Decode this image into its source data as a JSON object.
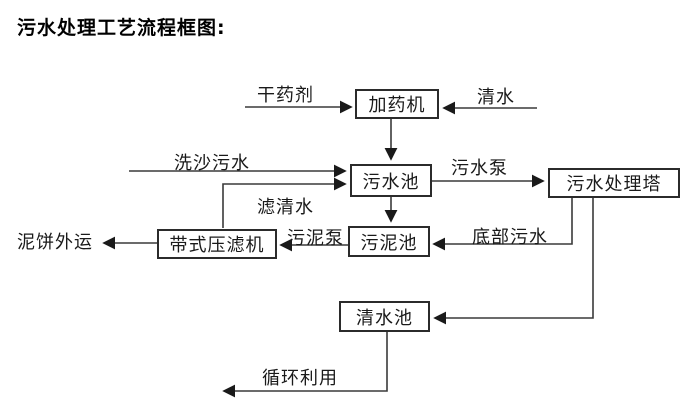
{
  "title": "污水处理工艺流程框图:",
  "colors": {
    "background": "#ffffff",
    "line": "#3a3a3a",
    "text": "#1a1a1a",
    "box_border": "#2b2b2b"
  },
  "nodes": {
    "dosing_machine": {
      "label": "加药机"
    },
    "sewage_pool": {
      "label": "污水池"
    },
    "treatment_tower": {
      "label": "污水处理塔"
    },
    "sludge_pool": {
      "label": "污泥池"
    },
    "belt_filter_press": {
      "label": "带式压滤机"
    },
    "clean_water_pool": {
      "label": "清水池"
    }
  },
  "edges": {
    "dry_agent": {
      "label": "干药剂"
    },
    "clean_water": {
      "label": "清水"
    },
    "sand_washing_sewage": {
      "label": "洗沙污水"
    },
    "sewage_pump": {
      "label": "污水泵"
    },
    "filtered_water": {
      "label": "滤清水"
    },
    "sludge_pump": {
      "label": "污泥泵"
    },
    "bottom_sewage": {
      "label": "底部污水"
    },
    "mud_cake_out": {
      "label": "泥饼外运"
    },
    "recycle": {
      "label": "循环利用"
    }
  }
}
